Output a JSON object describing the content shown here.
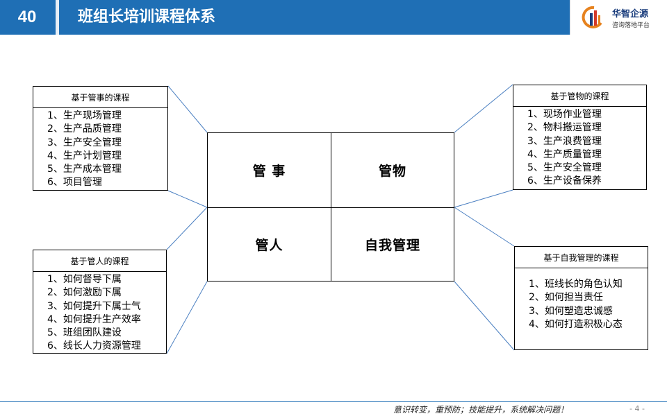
{
  "header": {
    "page_number": "40",
    "title": "班组长培训课程体系"
  },
  "logo": {
    "name": "华智企源",
    "sub": "咨询落地平台"
  },
  "matrix": {
    "top_left": "管 事",
    "top_right": "管物",
    "bottom_left": "管人",
    "bottom_right": "自我管理"
  },
  "boxes": {
    "affairs": {
      "title": "基于管事的课程",
      "items": [
        "1、生产现场管理",
        "2、生产品质管理",
        "3、生产安全管理",
        "4、生产计划管理",
        "5、生产成本管理",
        "6、项目管理"
      ]
    },
    "things": {
      "title": "基于管物的课程",
      "items": [
        "1、现场作业管理",
        "2、物料搬运管理",
        "3、生产浪费管理",
        "4、生产质量管理",
        "5、生产安全管理",
        "6、生产设备保养"
      ]
    },
    "people": {
      "title": "基于管人的课程",
      "items": [
        "1、如何督导下属",
        "2、如何激励下属",
        "3、如何提升下属士气",
        "4、如何提升生产效率",
        "5、班组团队建设",
        "6、线长人力资源管理"
      ]
    },
    "self": {
      "title": "基于自我管理的课程",
      "items": [
        "1、班线长的角色认知",
        "2、如何担当责任",
        "3、如何塑造忠诚感",
        "4、如何打造积极心态"
      ]
    }
  },
  "footer": {
    "slogan": "意识转变，重预防；技能提升，系统解决问题！",
    "page": "- 4 -"
  },
  "colors": {
    "header_blue": "#1f6fb5",
    "connector_blue": "#4a7fc1"
  }
}
